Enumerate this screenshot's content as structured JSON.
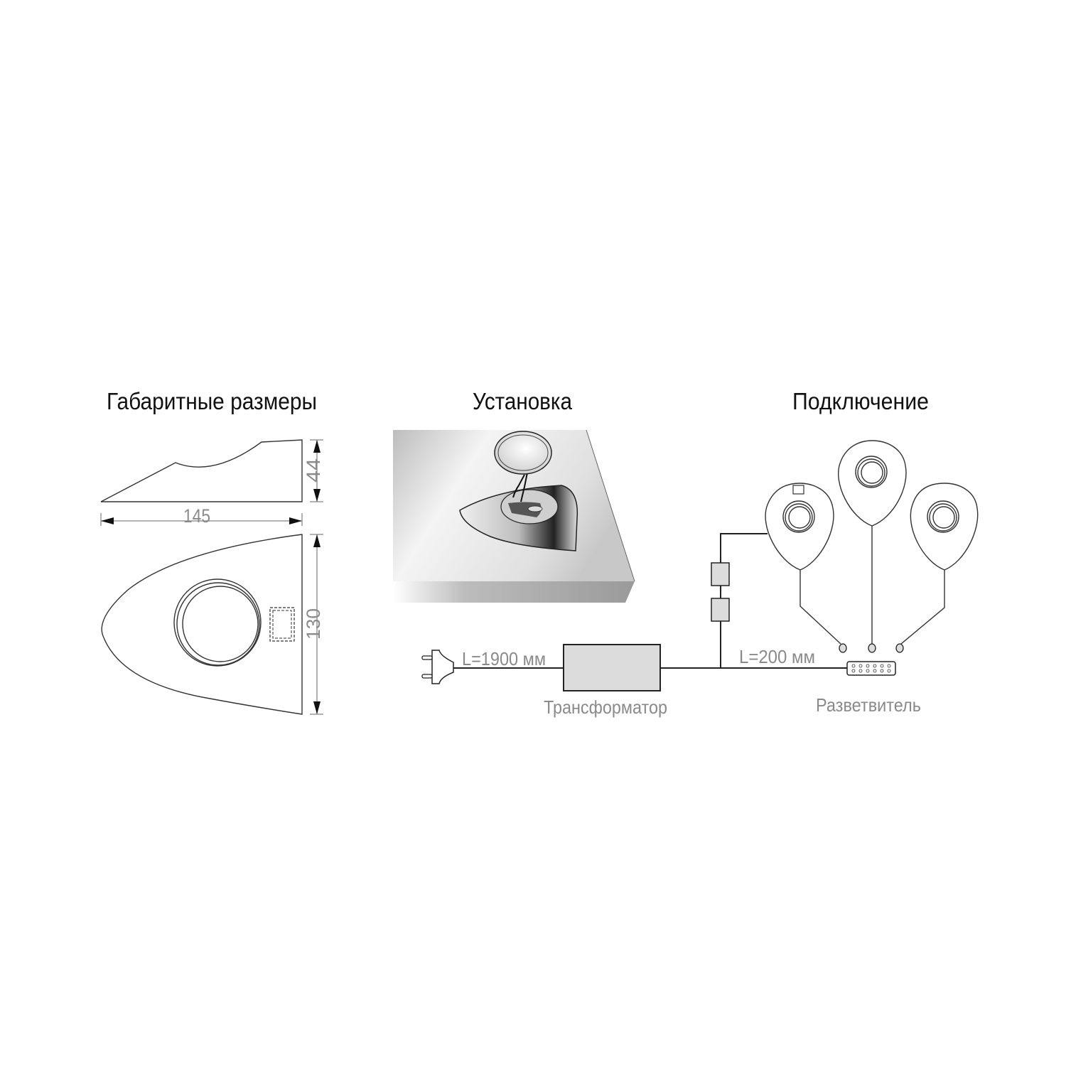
{
  "titles": {
    "dimensions": "Габаритные размеры",
    "installation": "Установка",
    "connection": "Подключение"
  },
  "dimensions": {
    "length": "145",
    "height": "44",
    "width": "130"
  },
  "connection": {
    "cable_main": "L=1900 мм",
    "cable_branch": "L=200 мм",
    "transformer": "Трансформатор",
    "splitter": "Разветвитель"
  },
  "colors": {
    "line": "#222222",
    "dimension_text": "#8a8a8a",
    "box_fill": "#dcdcdc"
  }
}
